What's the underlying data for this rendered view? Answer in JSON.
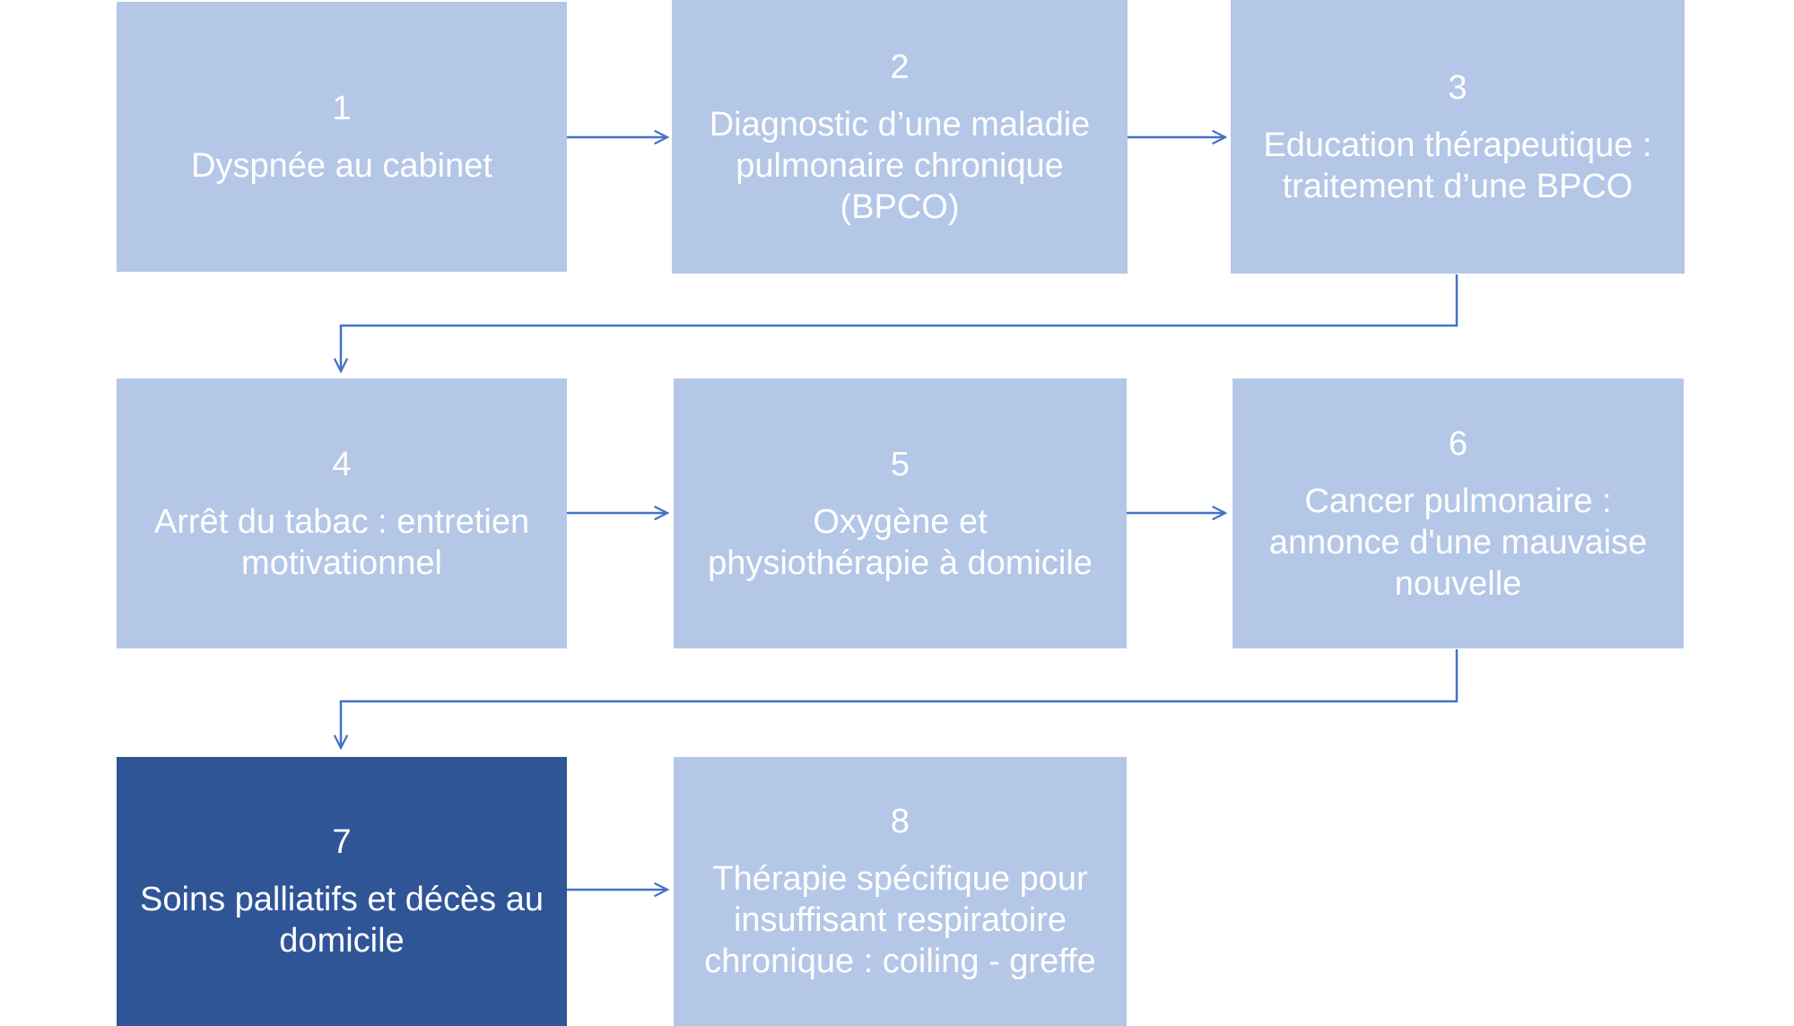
{
  "diagram": {
    "steps": [
      {
        "number": "1",
        "label": "Dyspnée au cabinet"
      },
      {
        "number": "2",
        "label": "Diagnostic d’une maladie\npulmonaire chronique\n(BPCO)"
      },
      {
        "number": "3",
        "label": "Education thérapeutique :\ntraitement d’une BPCO"
      },
      {
        "number": "4",
        "label": "Arrêt du tabac : entretien\nmotivationnel"
      },
      {
        "number": "5",
        "label": "Oxygène et\nphysiothérapie à domicile"
      },
      {
        "number": "6",
        "label": "Cancer pulmonaire :\nannonce d'une mauvaise\nnouvelle"
      },
      {
        "number": "7",
        "label": "Soins palliatifs et décès au\ndomicile"
      },
      {
        "number": "8",
        "label": "Thérapie spécifique pour\ninsuffisant respiratoire\nchronique : coiling - greffe"
      }
    ],
    "highlighted_step": "7",
    "colors": {
      "box_fill": "#b4c7e7",
      "box_fill_highlight": "#2f5597",
      "box_text": "#ffffff",
      "connector": "#4472c4"
    }
  }
}
